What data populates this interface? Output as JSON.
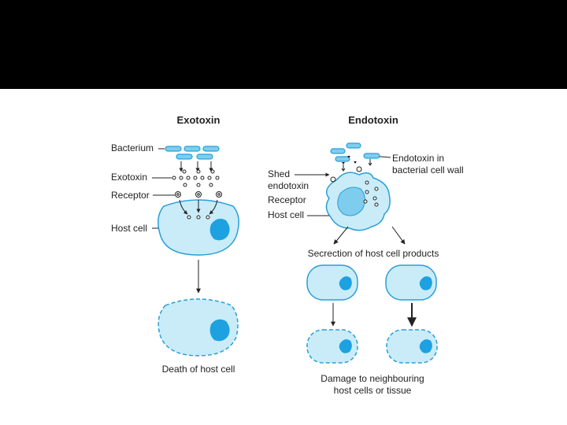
{
  "diagram": {
    "exotoxin": {
      "title": "Exotoxin",
      "labels": {
        "bacterium": "Bacterium",
        "exotoxin": "Exotoxin",
        "receptor": "Receptor",
        "host_cell": "Host cell"
      },
      "caption": "Death of host cell"
    },
    "endotoxin": {
      "title": "Endotoxin",
      "labels": {
        "shed_line1": "Shed",
        "shed_line2": "endotoxin",
        "wall_line1": "Endotoxin in",
        "wall_line2": "bacterial cell wall",
        "receptor": "Receptor",
        "host_cell": "Host cell"
      },
      "secretion_caption": "Secrection of host cell products",
      "damage_line1": "Damage to neighbouring",
      "damage_line2": "host cells or tissue"
    }
  },
  "colors": {
    "cell_fill": "#c9ecf8",
    "cell_stroke": "#2a9fd6",
    "nucleus": "#1da1e0",
    "bacterium_fill": "#7fcdee",
    "header_bar": "#000000"
  }
}
